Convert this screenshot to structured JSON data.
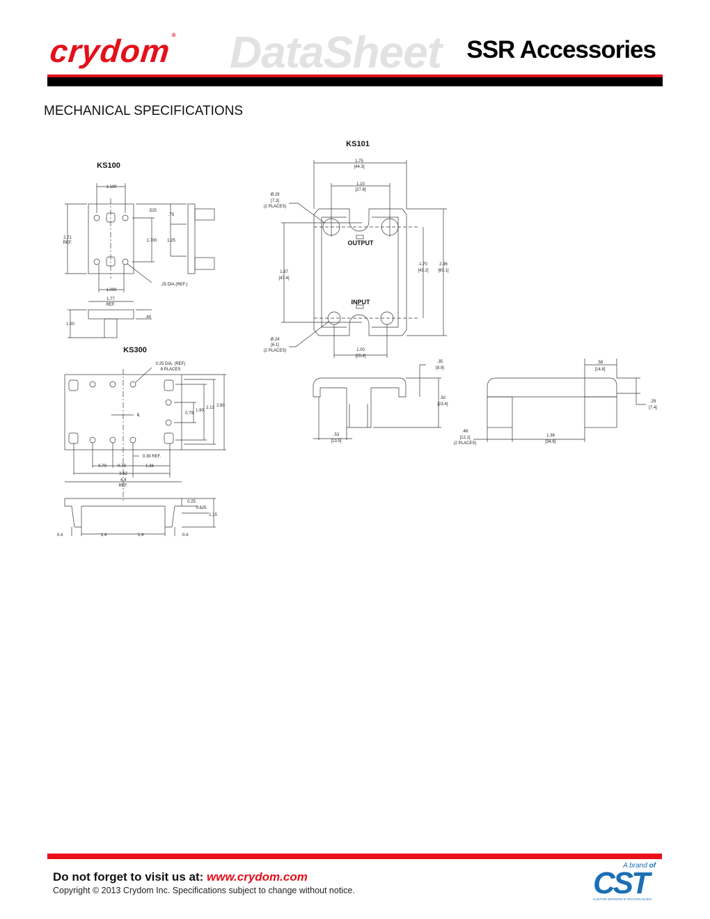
{
  "header": {
    "logo": "crydom",
    "watermark": "DataSheet",
    "title": "SSR Accessories"
  },
  "section_title": "MECHANICAL SPECIFICATIONS",
  "ks100": {
    "title": "KS100",
    "dims": [
      "1.100",
      "2.71",
      "REF.",
      ".525",
      "1.700",
      ".75",
      "1.25",
      ".25 DIA.(REF.)",
      "1.000",
      "1.77",
      "REF.",
      ".40",
      "1.00"
    ]
  },
  "ks101": {
    "title": "KS101",
    "dims": [
      "1.75",
      "[44.3]",
      "1.10",
      "[27.8]",
      "Ø.29",
      "[7.3]",
      "(2 PLACES)",
      "1.87",
      "[47.4]",
      "1.70",
      "[43.2]",
      "2.36",
      "[60.1]",
      "Ø.24",
      "[6.1]",
      "(2 PLACES)",
      "1.00",
      "[25.4]"
    ],
    "labels": {
      "output": "OUTPUT",
      "input": "INPUT"
    },
    "side_dims": [
      ".35",
      "[8.9]",
      ".92",
      "[23.4]",
      ".53",
      "[13.5]",
      ".58",
      "[14.8]",
      ".29",
      "[7.4]",
      ".48",
      "[12.1]",
      "(2 PLACES)",
      "1.36",
      "[34.6]"
    ]
  },
  "ks300": {
    "title": "KS300",
    "dims": [
      "0.25 DIA. (REF)",
      "8 PLACES",
      "0.79",
      "1.90",
      "2.13",
      "2.80",
      "℄",
      "0.39 REF.",
      "0.79",
      "0.79",
      "1.36",
      "3.62",
      "4.4",
      "REF.",
      "0.25",
      "0.625",
      "1.15",
      "0.4",
      "1.4",
      "1.4",
      "0.4"
    ]
  },
  "footer": {
    "visit_prefix": "Do not forget to visit us at: ",
    "url": "www.crydom.com",
    "copyright": "Copyright © 2013 Crydom Inc. Specifications subject to change without notice.",
    "brand_prefix": "A brand ",
    "brand_of": "of",
    "brand_logo": "CST",
    "brand_sub": "CUSTOM SENSORS & TECHNOLOGIES"
  },
  "colors": {
    "brand_red": "#e3101b",
    "cst_blue": "#1a6fb5"
  }
}
